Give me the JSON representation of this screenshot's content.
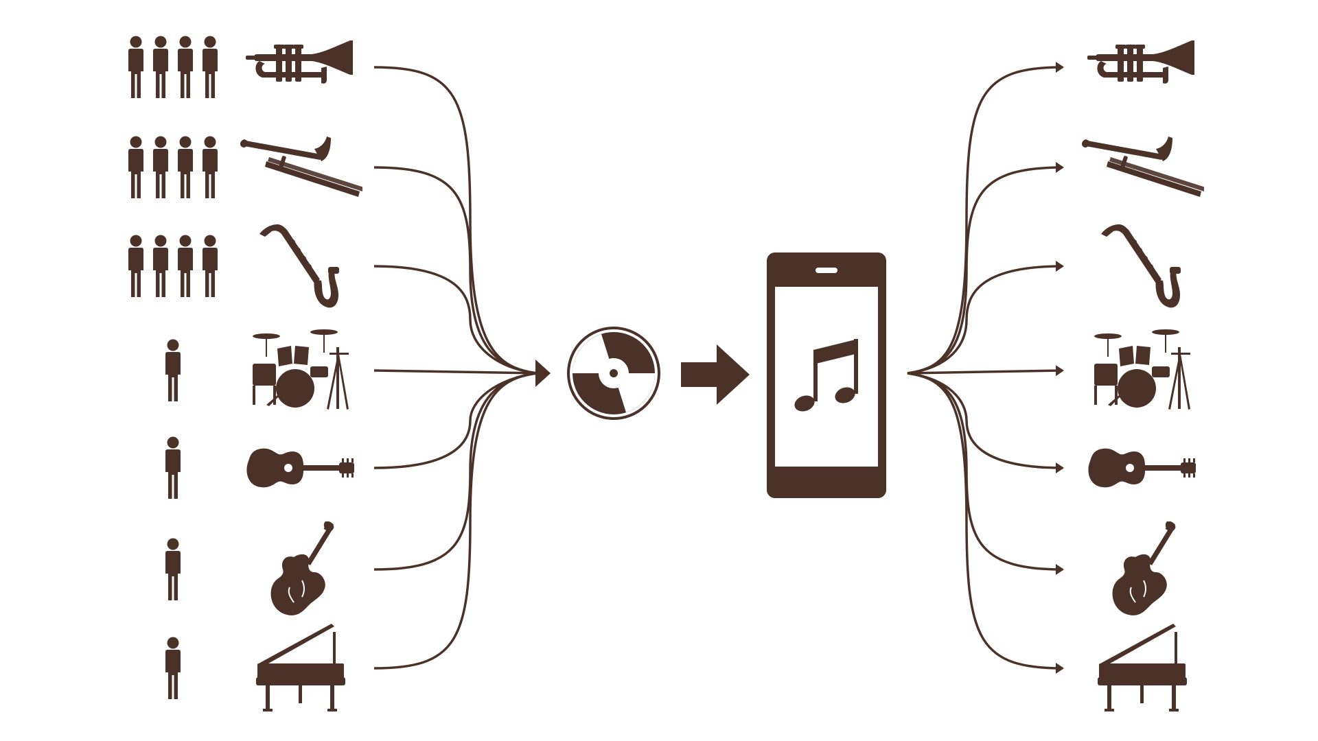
{
  "theme": {
    "ink": "#4a3228",
    "background": "#ffffff"
  },
  "rows": [
    {
      "players": 4,
      "instrument": "trumpet-icon"
    },
    {
      "players": 4,
      "instrument": "trombone-icon"
    },
    {
      "players": 4,
      "instrument": "saxophone-icon"
    },
    {
      "players": 1,
      "instrument": "drum-kit-icon"
    },
    {
      "players": 1,
      "instrument": "acoustic-guitar-icon"
    },
    {
      "players": 1,
      "instrument": "violin-icon"
    },
    {
      "players": 1,
      "instrument": "grand-piano-icon"
    }
  ],
  "center": {
    "record": "vinyl-record-icon",
    "arrow": "right-arrow-icon",
    "device": "smartphone-icon",
    "screen_icon": "music-notes-icon"
  }
}
